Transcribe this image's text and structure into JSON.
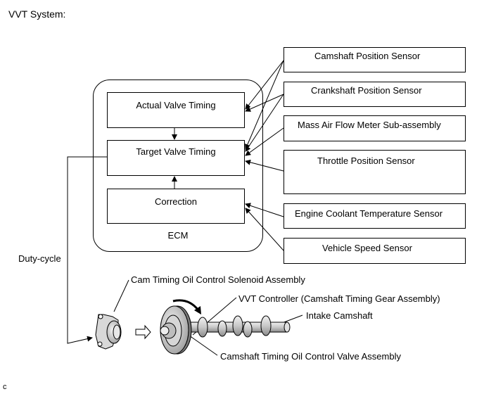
{
  "title": "VVT System:",
  "ecm": {
    "label": "ECM",
    "actual": "Actual Valve Timing",
    "target": "Target Valve Timing",
    "correction": "Correction"
  },
  "sensors": [
    "Camshaft Position Sensor",
    "Crankshaft Position Sensor",
    "Mass Air Flow Meter Sub-assembly",
    "Throttle Position Sensor",
    "Engine Coolant Temperature Sensor",
    "Vehicle Speed Sensor"
  ],
  "duty_cycle": "Duty-cycle",
  "parts": {
    "solenoid": "Cam Timing Oil Control Solenoid Assembly",
    "vvt_controller": "VVT Controller (Camshaft Timing Gear Assembly)",
    "intake_camshaft": "Intake Camshaft",
    "valve": "Camshaft Timing Oil Control Valve Assembly"
  },
  "figure_code": "c"
}
